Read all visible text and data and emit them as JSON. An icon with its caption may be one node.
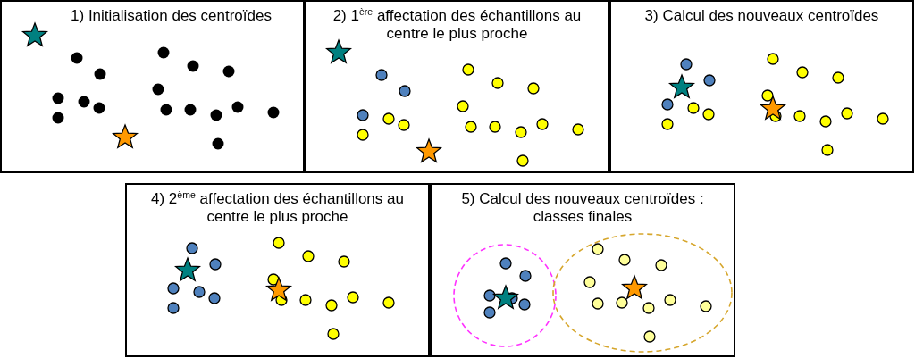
{
  "diagram": {
    "nodes": [
      {
        "text": [
          "1) Initialisation des centroïdes"
        ]
      },
      {
        "text": [
          "2) 1$^{ère}$ affectation des échantillons au centre le plus proche"
        ]
      },
      {
        "text": [
          "3) Calcul des nouveaux centroïdes"
        ]
      },
      {
        "text": [
          "4) 2$^{ème}$ affectation des échantillons au centre le plus proche"
        ]
      },
      {
        "text": [
          "5) Calcul des nouveaux centroïdes : classes finales"
        ]
      }
    ]
  }
}
